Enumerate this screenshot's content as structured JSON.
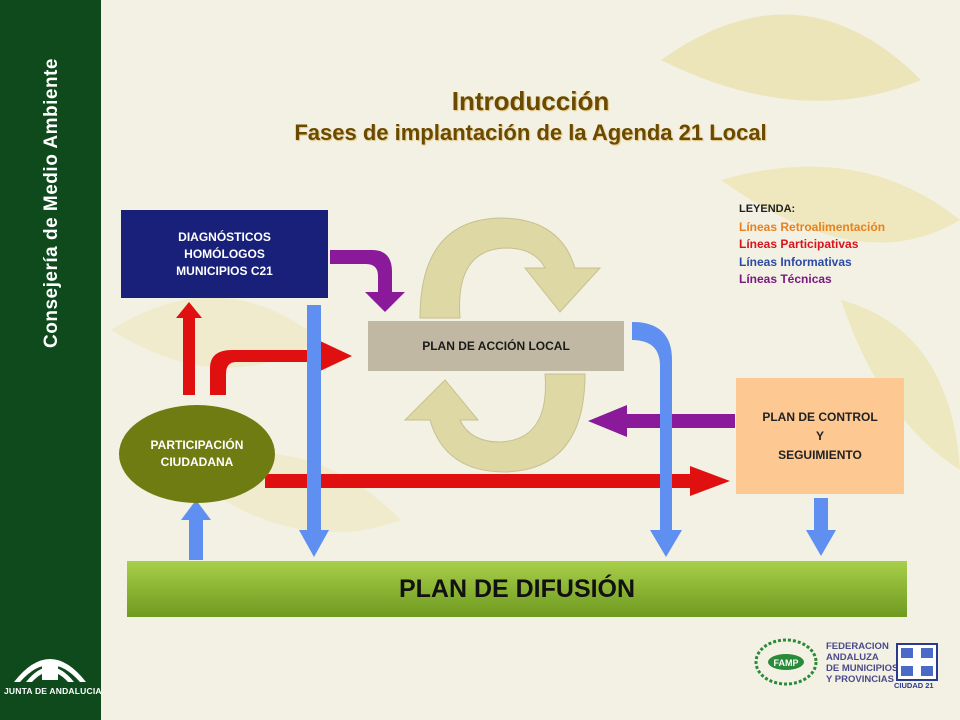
{
  "sidebar": {
    "title": "Consejería de Medio Ambiente",
    "logo_text": "JUNTA DE ANDALUCIA"
  },
  "header": {
    "title": "Introducción",
    "subtitle": "Fases de implantación de la Agenda 21 Local"
  },
  "diagram": {
    "diagnosticos": "DIAGNÓSTICOS\nHOMÓLOGOS\nMUNICIPIOS C21",
    "plan_accion": "PLAN DE ACCIÓN LOCAL",
    "plan_control": "PLAN DE CONTROL\nY\nSEGUIMIENTO",
    "participacion": "PARTICIPACIÓN\nCIUDADANA",
    "plan_difusion": "PLAN DE DIFUSIÓN"
  },
  "legend": {
    "title": "LEYENDA:",
    "items": [
      {
        "label": "Líneas Retroalimentación",
        "color": "#e8801c"
      },
      {
        "label": "Líneas Participativas",
        "color": "#d8141a"
      },
      {
        "label": "Líneas Informativas",
        "color": "#2a4aa8"
      },
      {
        "label": "Líneas Técnicas",
        "color": "#7a1a80"
      }
    ]
  },
  "footer": {
    "famp_badge": "FAMP",
    "famp_text": "FEDERACION\nANDALUZA\nDE MUNICIPIOS\nY PROVINCIAS",
    "ciudad21": "CIUDAD 21"
  },
  "colors": {
    "sidebar": "#0f4a1d",
    "red_arrow": "#e01010",
    "blue_arrow": "#5f8ff0",
    "purple_arrow": "#8a1a9a",
    "cycle": "#ded8a4"
  }
}
